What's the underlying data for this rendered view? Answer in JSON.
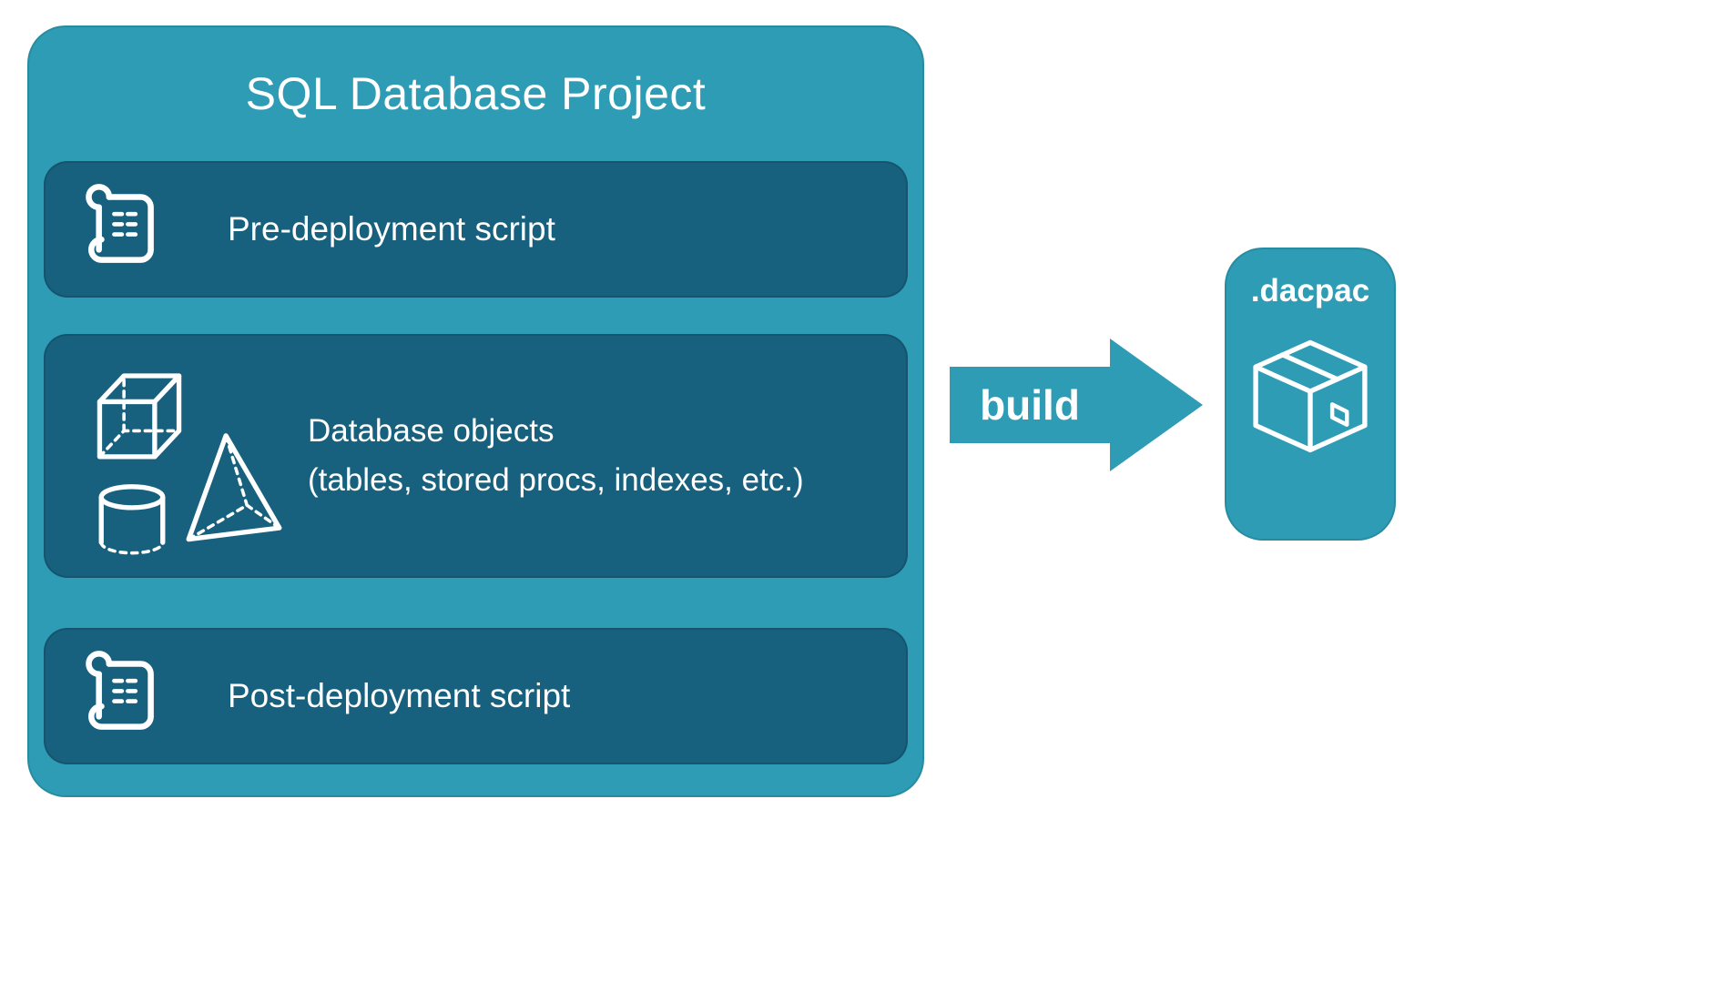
{
  "colors": {
    "outer": "#2d9cb4",
    "inner": "#17607e",
    "text": "#ffffff",
    "bg": "#ffffff"
  },
  "project": {
    "title": "SQL Database Project",
    "items": [
      {
        "label": "Pre-deployment script",
        "icon": "scroll-icon"
      },
      {
        "label": "Database objects",
        "sublabel": "(tables, stored procs, indexes, etc.)",
        "icon": "shapes-icon"
      },
      {
        "label": "Post-deployment script",
        "icon": "scroll-icon"
      }
    ]
  },
  "arrow": {
    "label": "build"
  },
  "output": {
    "label": ".dacpac",
    "icon": "package-icon"
  }
}
